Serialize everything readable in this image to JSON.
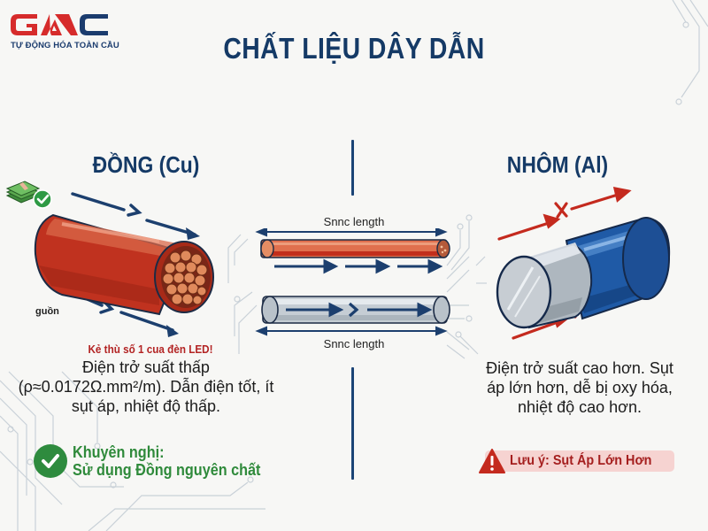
{
  "logo": {
    "brand": "GAC",
    "tagline": "TỰ ĐỘNG HÓA TOÀN CẦU",
    "colors": {
      "red": "#d62b2b",
      "navy": "#1b3c6e"
    }
  },
  "title": "CHẤT LIỆU DÂY DẪN",
  "copper": {
    "heading": "ĐỒNG (Cu)",
    "label_small": "guồn",
    "enemy_note": "Kẻ thù số 1 cua đèn LED!",
    "description": "Điện trở suất thấp (ρ≈0.0172Ω.mm²/m). Dẫn điện tốt, ít sụt áp, nhiệt độ thấp.",
    "recommendation_line1": "Khuyên nghị:",
    "recommendation_line2": "Sử dụng Đồng nguyên chất",
    "icons": [
      "money-stack-icon",
      "check-badge-icon",
      "copper-cable-icon"
    ],
    "colors": {
      "sheath": "#c93a24",
      "core": "#e08a5c",
      "recommend": "#2e8b3e"
    }
  },
  "comparison": {
    "top_length_label": "Snnc length",
    "bottom_length_label": "Snnc length",
    "icons": [
      "copper-rod-icon",
      "aluminum-rod-icon",
      "current-arrow-icon"
    ]
  },
  "aluminum": {
    "heading": "NHÔM (Al)",
    "description": "Điện trở suất cao hơn. Sụt áp lớn hơn, dễ bị oxy hóa, nhiệt độ cao hơn.",
    "warning": "Lưu ý: Sụt Áp Lớn Hơn",
    "icons": [
      "aluminum-cable-icon",
      "blocked-arrow-icon",
      "warning-icon"
    ],
    "colors": {
      "sheath": "#1f5aa6",
      "core": "#c7cdd3",
      "warning": "#b42020",
      "warning_bg": "#f6d3d1"
    }
  },
  "theme": {
    "navy": "#153a66",
    "background": "#f7f7f5"
  }
}
